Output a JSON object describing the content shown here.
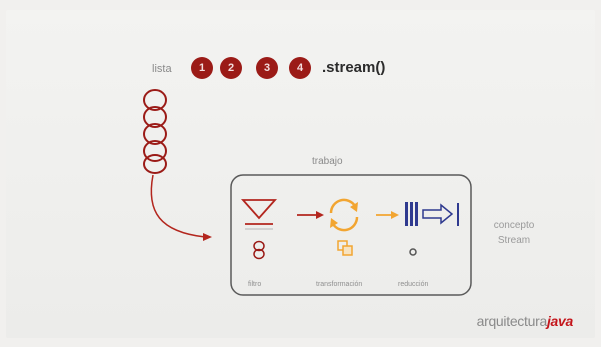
{
  "header": {
    "lista_label": "lista",
    "items": [
      "1",
      "2",
      "3",
      "4"
    ],
    "method": ".stream()"
  },
  "box": {
    "title": "trabajo",
    "operations": [
      {
        "label": "filtro"
      },
      {
        "label": "transformación"
      },
      {
        "label": "reducción"
      }
    ]
  },
  "concept": {
    "line1": "concepto",
    "line2": "Stream"
  },
  "brand": {
    "prefix": "arquitectura",
    "accent": "java"
  },
  "colors": {
    "accent_red": "#9b1b17",
    "arrow_red": "#b3261e",
    "orange": "#f2a531",
    "blue_bars": "#2f3a8f"
  }
}
